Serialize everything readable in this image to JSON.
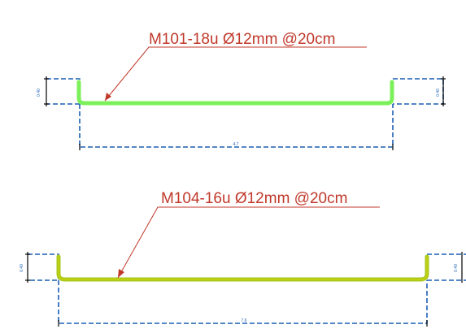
{
  "bars": [
    {
      "label": "M101-18u Ø12mm @20cm",
      "dim_left": "0.40",
      "dim_right": "0.40",
      "dim_bottom": "4.7",
      "color": "#7cf05a",
      "edge_color": "#4cc83a"
    },
    {
      "label": "M104-16u Ø12mm @20cm",
      "dim_left": "0.40",
      "dim_right": "0.40",
      "dim_bottom": "7.6",
      "color": "#a8c81e",
      "edge_color": "#d8d800"
    }
  ],
  "colors": {
    "callout": "#c0392b",
    "dimension": "#1a5fb4",
    "background": "#ffffff"
  }
}
